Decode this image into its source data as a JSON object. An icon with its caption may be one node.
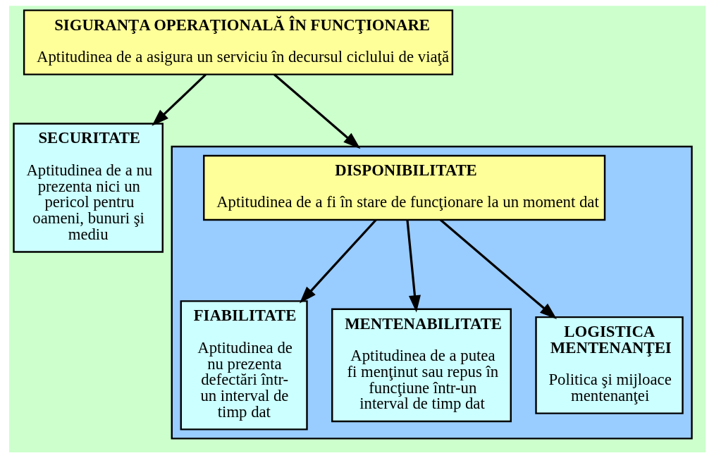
{
  "diagram": {
    "nodes": [
      {
        "text": [
          "SIGURANŢA OPERAŢIONALĂ ÎN FUNCŢIONARE",
          "Aptitudinea de a asigura un serviciu în decursul ciclului de viaţă"
        ]
      },
      {
        "text": [
          "SECURITATE",
          "Aptitudinea de a nu prezenta nici un pericol pentru oameni, bunuri şi mediu"
        ]
      },
      {
        "text": [],
        "shape": "box"
      },
      {
        "text": [
          "DISPONIBILITATE",
          "Aptitudinea de a fi în stare de funcţionare la un moment dat"
        ],
        "in": 2
      },
      {
        "text": [
          "FIABILITATE",
          "Aptitudinea de nu prezenta defectări într-un interval de timp dat"
        ],
        "in": 2
      },
      {
        "text": [
          "MENTENABILITATE",
          "Aptitudinea de a putea fi menţinut sau repus în funcţiune într-un interval de timp dat"
        ],
        "in": 2
      },
      {
        "text": [
          "LOGISTICA MENTENANŢEI",
          "Politica şi mijloace mentenanţei"
        ],
        "in": 2
      }
    ],
    "edges": [
      {
        "from": 0,
        "to": 1,
        "arrow": "to"
      },
      {
        "from": 0,
        "to": 2,
        "arrow": "to"
      },
      {
        "from": 3,
        "to": 4,
        "arrow": "to"
      },
      {
        "from": 3,
        "to": 5,
        "arrow": "to"
      },
      {
        "from": 3,
        "to": 6,
        "arrow": "to"
      }
    ]
  }
}
